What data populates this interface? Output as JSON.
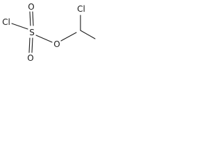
{
  "molecule": {
    "atoms": {
      "cl_left": "Cl",
      "s": "S",
      "o_top": "O",
      "o_bottom": "O",
      "o_ester": "O",
      "cl_right": "Cl"
    },
    "colors": {
      "ink": "#1a1a1a",
      "background": "#ffffff"
    }
  }
}
